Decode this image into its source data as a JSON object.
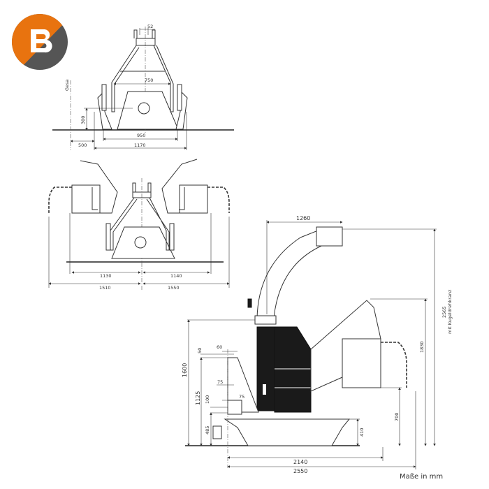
{
  "logo": {
    "letter": "B",
    "colors": {
      "primary": "#e8730f",
      "secondary": "#555555"
    }
  },
  "top_view": {
    "dims": {
      "hitch_width": "52",
      "inner_width": "750",
      "height": "300",
      "track": "950",
      "overall": "1170",
      "offset": "500"
    },
    "boundary_label": "Gesa"
  },
  "middle_view": {
    "dims": {
      "left_inner": "1130",
      "right_inner": "1140",
      "left_outer": "1510",
      "right_outer": "1550"
    }
  },
  "side_view": {
    "dims": {
      "chute_reach": "1260",
      "hitch_60": "60",
      "hitch_50": "50",
      "hitch_75a": "75",
      "hitch_75b": "75",
      "hitch_100": "100",
      "height_1600": "1600",
      "height_1125": "1125",
      "height_485": "485",
      "height_410": "410",
      "height_700": "700",
      "height_1830": "1830",
      "height_2565": "2565",
      "height_2565_note": "mit Kugeldrehkranz",
      "length_2140": "2140",
      "length_2550": "2550"
    }
  },
  "units_label": "Maße in mm"
}
